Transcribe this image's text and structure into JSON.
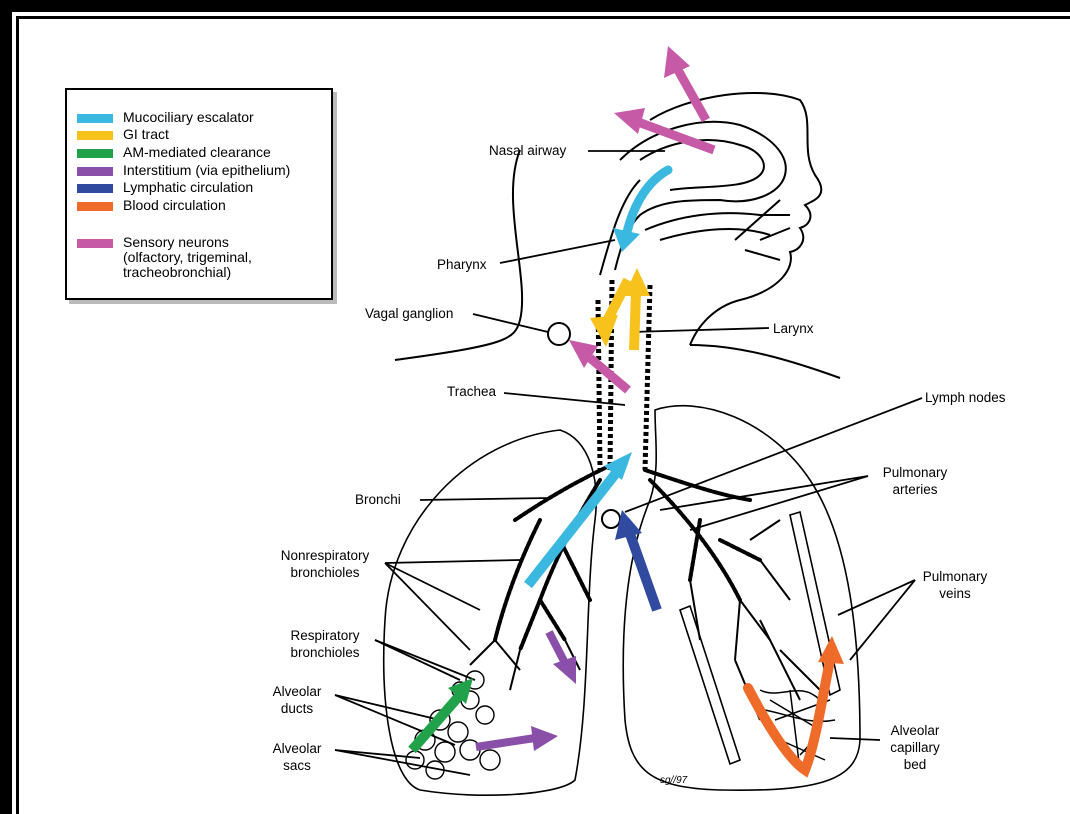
{
  "colors": {
    "mucociliary": "#3ab8df",
    "gi": "#f7c21b",
    "am": "#21a24a",
    "interstitium": "#8a4fa8",
    "lymphatic": "#2f4a9e",
    "blood": "#ef6b2a",
    "sensory": "#c75aa6"
  },
  "legend": {
    "items": [
      {
        "label": "Mucociliary escalator",
        "color_key": "mucociliary"
      },
      {
        "label": "GI tract",
        "color_key": "gi"
      },
      {
        "label": "AM-mediated clearance",
        "color_key": "am"
      },
      {
        "label": "Interstitium (via epithelium)",
        "color_key": "interstitium"
      },
      {
        "label": "Lymphatic circulation",
        "color_key": "lymphatic"
      },
      {
        "label": "Blood circulation",
        "color_key": "blood"
      },
      {
        "label": "Sensory neurons\n(olfactory, trigeminal,\ntracheobronchial)",
        "color_key": "sensory"
      }
    ]
  },
  "labels": {
    "nasal_airway": "Nasal airway",
    "pharynx": "Pharynx",
    "vagal_ganglion": "Vagal ganglion",
    "larynx": "Larynx",
    "trachea": "Trachea",
    "lymph_nodes": "Lymph nodes",
    "pulmonary_arteries": "Pulmonary\narteries",
    "bronchi": "Bronchi",
    "nonrespiratory_bronchioles": "Nonrespiratory\nbronchioles",
    "pulmonary_veins": "Pulmonary\nveins",
    "respiratory_bronchioles": "Respiratory\nbronchioles",
    "alveolar_ducts": "Alveolar\nducts",
    "alveolar_sacs": "Alveolar\nsacs",
    "alveolar_capillary_bed": "Alveolar\ncapillary\nbed",
    "signature": "sg//97"
  }
}
